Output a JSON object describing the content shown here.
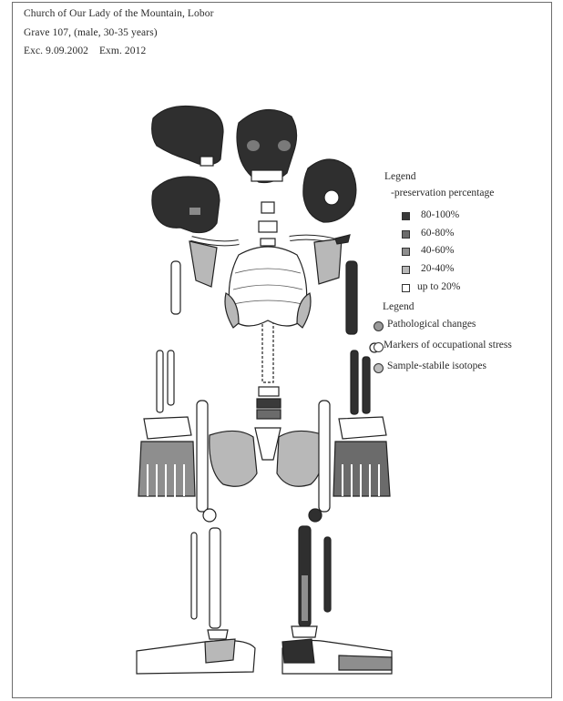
{
  "header": {
    "site": "Church of Our Lady of the Mountain, Lobor",
    "grave": "Grave 107, (male, 30-35 years)",
    "excavation": "Exc. 9.09.2002",
    "examination": "Exm. 2012"
  },
  "legend_preservation": {
    "title": "Legend",
    "subtitle": "-preservation percentage",
    "items": [
      {
        "label": "80-100%",
        "color": "#3a3a3a"
      },
      {
        "label": "60-80%",
        "color": "#6b6b6b"
      },
      {
        "label": "40-60%",
        "color": "#8e8e8e"
      },
      {
        "label": "20-40%",
        "color": "#b8b8b8"
      },
      {
        "label": "up to 20%",
        "color": "#ffffff"
      }
    ]
  },
  "legend_markers": {
    "title": "Legend",
    "items": [
      {
        "label": "Pathological changes",
        "color": "#9a9a9a"
      },
      {
        "label": "Markers of occupational stress",
        "color": "#ffffff"
      },
      {
        "label": "Sample-stabile isotopes",
        "color": "#bdbdbd"
      }
    ]
  }
}
